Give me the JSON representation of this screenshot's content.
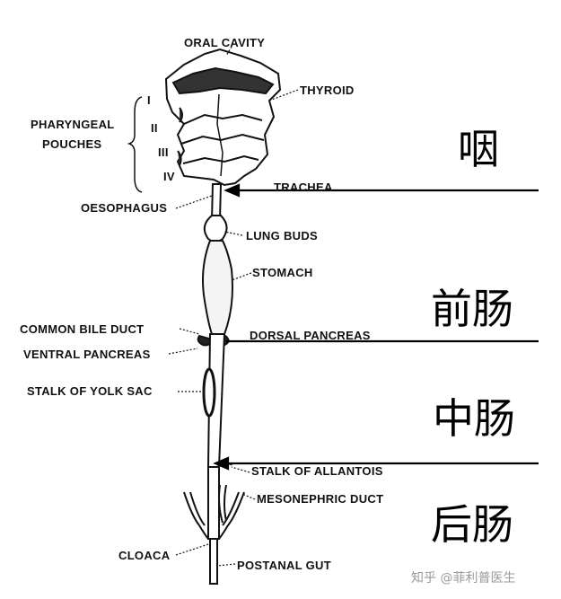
{
  "labels": {
    "oral_cavity": "ORAL CAVITY",
    "thyroid": "THYROID",
    "pharyngeal_pouches_1": "PHARYNGEAL",
    "pharyngeal_pouches_2": "POUCHES",
    "pouch_i": "I",
    "pouch_ii": "II",
    "pouch_iii": "III",
    "pouch_iv": "IV",
    "trachea": "TRACHEA",
    "oesophagus": "OESOPHAGUS",
    "lung_buds": "LUNG BUDS",
    "stomach": "STOMACH",
    "common_bile_duct": "COMMON BILE DUCT",
    "dorsal_pancreas": "DORSAL PANCREAS",
    "ventral_pancreas": "VENTRAL PANCREAS",
    "stalk_yolk_sac": "STALK OF YOLK SAC",
    "stalk_allantois": "STALK OF ALLANTOIS",
    "mesonephric_duct": "MESONEPHRIC DUCT",
    "cloaca": "CLOACA",
    "postanal_gut": "POSTANAL GUT"
  },
  "regions": {
    "pharynx": "咽",
    "foregut": "前肠",
    "midgut": "中肠",
    "hindgut": "后肠"
  },
  "watermark": "知乎 @菲利普医生"
}
